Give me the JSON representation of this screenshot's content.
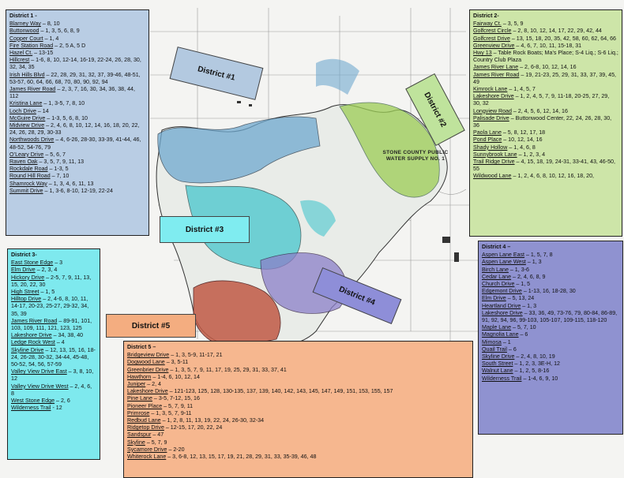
{
  "map": {
    "title": "STONE COUNTY PUBLIC WATER SUPPLY NO. 1",
    "labels": [
      "District #1",
      "District #2",
      "District #3",
      "District #4",
      "District #5"
    ],
    "colors": {
      "d1": "#b9cde4",
      "d2": "#cde5a8",
      "d3": "#7ee9ee",
      "d4": "#8f92d0",
      "d5": "#f6b78f"
    }
  },
  "district1": {
    "title": "District 1 -",
    "entries": [
      [
        "Blarney Way",
        " – 8, 10"
      ],
      [
        "Buttonwood",
        " – 1, 3, 5, 6, 8, 9"
      ],
      [
        "Copper Court",
        " – 1, 4"
      ],
      [
        "Fire Station Road",
        " – 2, 5 A, 5 D"
      ],
      [
        "Hazel Ct.",
        " – 13-15"
      ],
      [
        "Hillcrest",
        " – 1-6, 8, 10, 12-14, 16-19, 22-24, 26, 28, 30, 32, 34, 35"
      ],
      [
        "Irish Hills Blvd",
        " – 22, 28, 29, 31, 32, 37, 39-46, 48-51, 53-57, 60, 64, 66, 68, 70, 80, 90, 92, 94"
      ],
      [
        "James River Road",
        " – 2, 3, 7, 16, 30, 34, 36, 38, 44, 112"
      ],
      [
        "Kristina Lane",
        " – 1, 3-5, 7, 8, 10"
      ],
      [
        "Loch Drive",
        " – 14"
      ],
      [
        "McGuire Drive",
        " – 1-3, 5, 6, 8, 10"
      ],
      [
        "Midview Drive",
        " – 2, 4, 6, 8, 10, 12, 14, 16, 18, 20, 22, 24, 26, 28, 29, 30-33"
      ],
      [
        "Northwoods Drive",
        " – 4, 6-26, 28-30, 33-39, 41-44, 46, 48-52, 54-76, 79"
      ],
      [
        "O’Leary Drive",
        " – 5, 6, 7"
      ],
      [
        "Raven Oak",
        " – 3, 5, 7, 9, 11, 13"
      ],
      [
        "Rockdale Road",
        " – 1-3, 5"
      ],
      [
        "Round Hill Road",
        " – 7, 10"
      ],
      [
        "Shamrock Way",
        " – 1, 3, 4, 6, 11, 13"
      ],
      [
        "Summit Drive",
        " – 1, 3-6, 8-10, 12-19, 22-24"
      ]
    ]
  },
  "district2": {
    "title": "District 2-",
    "entries": [
      [
        "Fairway Ct.",
        " – 3, 5, 9"
      ],
      [
        "Golfcrest Circle",
        " – 2, 8, 10, 12, 14, 17, 22, 29, 42, 44"
      ],
      [
        "Golfcrest Drive",
        " – 13, 15, 18, 20, 35, 42, 58, 60, 62, 64, 66"
      ],
      [
        "Greenview Drive",
        " – 4, 6, 7, 10, 11, 15-18, 31"
      ],
      [
        "Hwy 13",
        " – Table Rock Boats; Ma’s Place; S-4 Liq.; S-6 Liq.; Country Club Plaza"
      ],
      [
        "James River Lane",
        " – 2, 6-8, 10, 12, 14, 16"
      ],
      [
        "James River Road",
        " – 19, 21-23, 25, 29, 31, 33, 37, 39, 45, 49"
      ],
      [
        "Kimrock Lane",
        " – 1, 4, 5, 7"
      ],
      [
        "Lakeshore Drive",
        " – 1, 2, 4, 5, 7, 9, 11-18, 20-25, 27, 29, 30, 32"
      ],
      [
        "Longview Road",
        " – 2, 4, 5, 6, 12, 14, 16"
      ],
      [
        "Palisade Drive",
        " – Buttonwood Center, 22, 24, 26, 28, 30, 36"
      ],
      [
        "Paola Lane",
        " – 5, 8, 12, 17, 18"
      ],
      [
        "Pond Place",
        " – 10, 12, 14, 16"
      ],
      [
        "Shady Hollow",
        " – 1, 4, 6, 8"
      ],
      [
        "Sunnybrook Lane",
        " – 1, 2, 3, 4"
      ],
      [
        "Trail Ridge Drive",
        " – 4, 15, 18, 19, 24-31, 33-41, 43, 46-50, 55"
      ],
      [
        "Wildwood Lane",
        " – 1, 2, 4, 6, 8, 10, 12, 16, 18, 20,"
      ]
    ]
  },
  "district3": {
    "title": "District 3-",
    "entries": [
      [
        "East Stone Edge",
        " – 3"
      ],
      [
        "Elm Drive",
        " – 2, 3, 4"
      ],
      [
        "Hickory Drive",
        " – 2-5, 7, 9, 11, 13, 15, 20, 22, 30"
      ],
      [
        "High Street",
        " – 1, 5"
      ],
      [
        "Hilltop Drive",
        " – 2, 4-6, 8, 10, 11, 14-17, 20-23, 25-27, 29-32, 34, 35, 39"
      ],
      [
        "James River Road",
        " – 89-91, 101, 103, 109, 111, 121, 123, 125"
      ],
      [
        "Lakeshore Drive",
        " – 34, 38, 40"
      ],
      [
        "Ledge Rock West",
        " – 4"
      ],
      [
        "Skyline Drive",
        " – 12, 13, 15, 16, 18-24, 26-28, 30-32, 34-44, 45-48, 50-52, 54, 56, 57-59"
      ],
      [
        "Valley View Drive East",
        " – 3, 8, 10, 12"
      ],
      [
        "Valley View Drive West",
        " – 2, 4, 6, 8"
      ],
      [
        "West Stone Edge",
        " – 2, 6"
      ],
      [
        "Wilderness Trail",
        " - 12"
      ]
    ]
  },
  "district4": {
    "title": "District 4 –",
    "entries": [
      [
        "Aspen Lane East",
        " – 1, 5, 7, 8"
      ],
      [
        "Aspen Lane West",
        " – 1, 3"
      ],
      [
        "Birch Lane",
        " – 1, 3-6"
      ],
      [
        "Cedar Lane",
        " – 2, 4, 6, 8, 9"
      ],
      [
        "Church Drive",
        " – 1, 5"
      ],
      [
        "Edgemont Drive",
        " – 1-13, 16, 18-28, 30"
      ],
      [
        "Elm Drive",
        " – 5, 13, 24"
      ],
      [
        "Heartland Drive",
        " – 1, 3"
      ],
      [
        "Lakeshore Drive",
        " – 33, 36, 49, 73-76, 79, 80-84, 86-89, 91, 92, 94, 96, 99-103, 105-107, 109-115, 118-120"
      ],
      [
        "Maple Lane",
        " – 5, 7, 10"
      ],
      [
        "Magnolia Lane",
        " – 6"
      ],
      [
        "Mimosa",
        " – 1"
      ],
      [
        "Quail Trail",
        " – 6"
      ],
      [
        "Skyline Drive",
        " – 2, 4, 8, 10, 19"
      ],
      [
        "South Street",
        " – 1, 2, 3, 3E-H, 12"
      ],
      [
        "Walnut Lane",
        " – 1, 2, 5, 8-16"
      ],
      [
        "Wilderness Trail",
        " – 1-4, 6, 9, 10"
      ]
    ]
  },
  "district5": {
    "title": "District 5 –",
    "entries": [
      [
        "Bridgeview Drive",
        " – 1, 3, 5-9, 11-17, 21"
      ],
      [
        "Dogwood Lane",
        " – 3, 5-11"
      ],
      [
        "Greenbrier Drive",
        " – 1, 3, 5, 7, 9, 11, 17, 19, 25, 29, 31, 33, 37, 41"
      ],
      [
        "Hawthorn",
        " – 1-4, 6, 10, 12, 14"
      ],
      [
        "Juniper",
        " – 2, 4"
      ],
      [
        "Lakeshore Drive",
        " – 121-123, 125, 128, 130-135, 137, 139, 140, 142, 143, 145, 147, 149, 151, 153, 155, 157"
      ],
      [
        "Pine Lane",
        " – 3-5, 7-12, 15, 16"
      ],
      [
        "Pioneer Place",
        " – 5, 7, 9, 11"
      ],
      [
        "Primrose",
        " – 1, 3, 5, 7, 9-11"
      ],
      [
        "Redbud Lane",
        " – 1, 2, 8, 11, 13, 19, 22, 24, 26-30, 32-34"
      ],
      [
        "Ridgetop Drive",
        " – 12-15, 17, 20, 22, 24"
      ],
      [
        "Sandspur",
        " – 47"
      ],
      [
        "Skyline",
        " – 5, 7, 9"
      ],
      [
        "Sycamore Drive",
        " – 2-20"
      ],
      [
        "Whiterock Lane",
        " – 3, 6-8, 12, 13, 15, 17, 19, 21, 28, 29, 31, 33, 35-39, 46, 48"
      ]
    ]
  }
}
